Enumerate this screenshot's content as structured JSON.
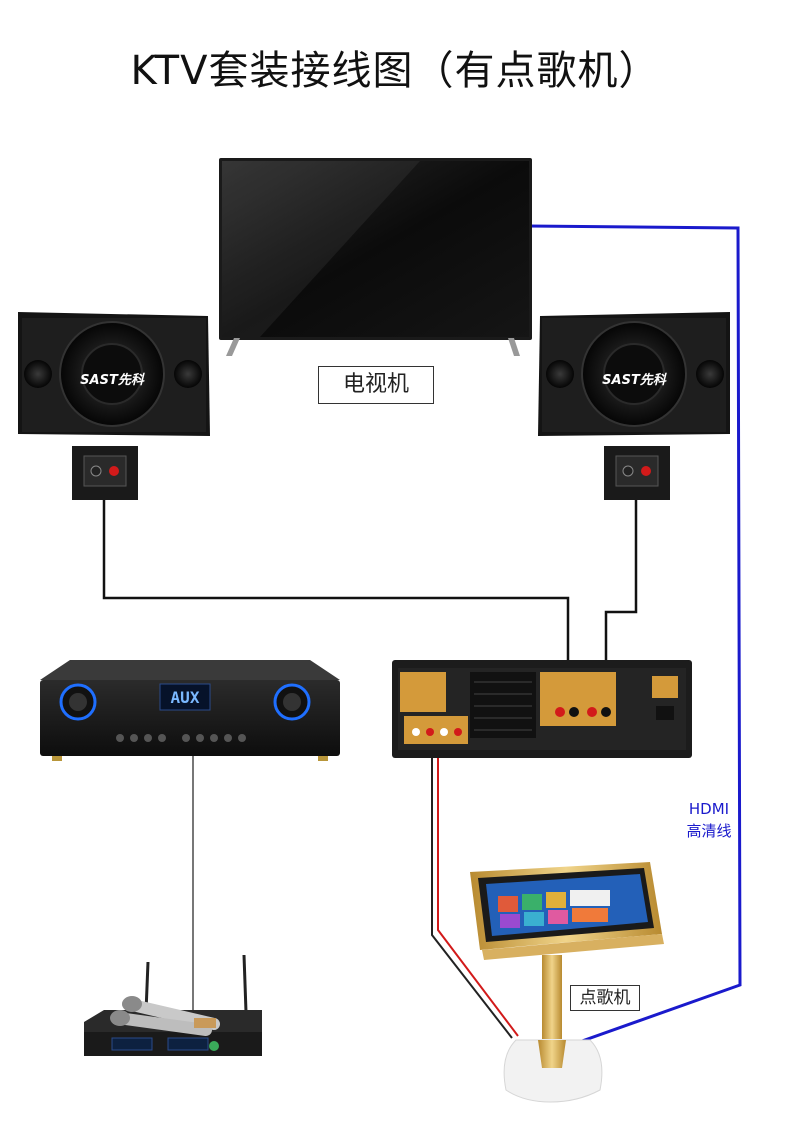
{
  "title": "KTV套装接线图（有点歌机）",
  "labels": {
    "tv": "电视机",
    "jukebox": "点歌机",
    "hdmi_line1": "HDMI",
    "hdmi_line2": "高清线"
  },
  "brand": {
    "speaker_logo": "SAST先科",
    "amp_display": "AUX"
  },
  "colors": {
    "hdmi_cable": "#1a1acc",
    "speaker_cable": "#111111",
    "audio_red": "#d21a1a",
    "jukebox_gold": "#d4a84a"
  }
}
